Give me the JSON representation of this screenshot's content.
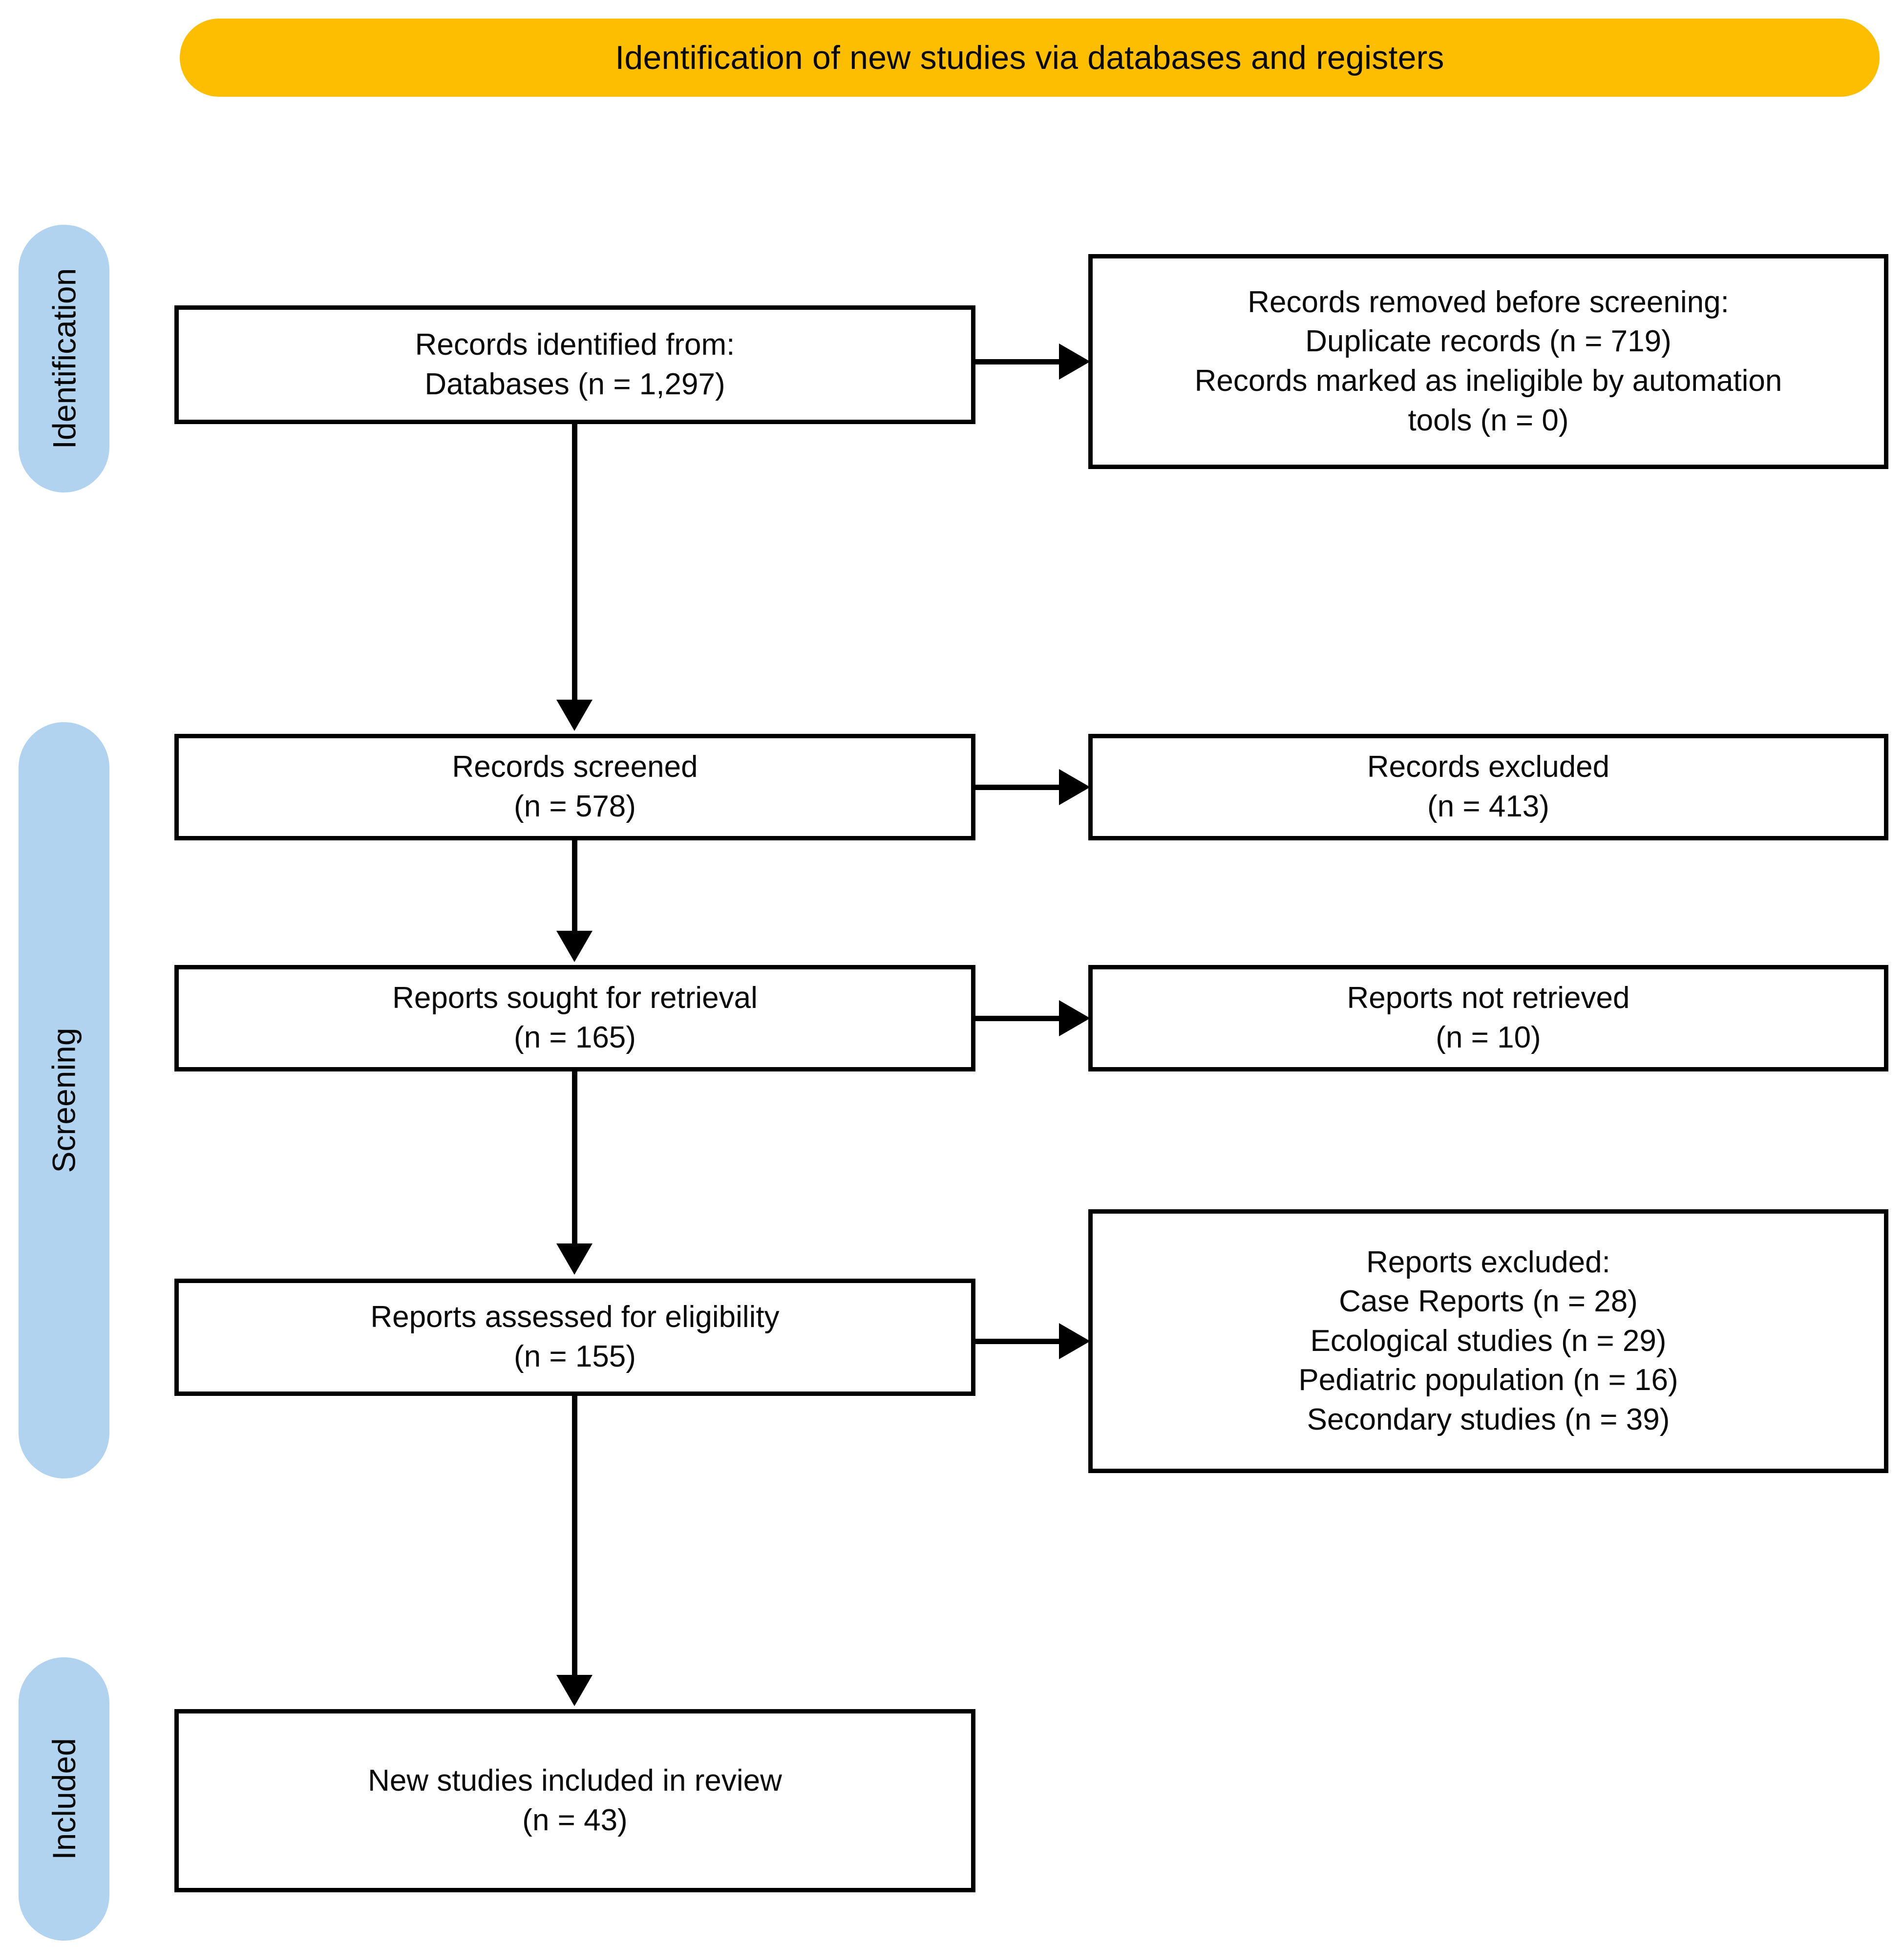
{
  "banner": {
    "title": "Identification of new studies via databases and registers",
    "color": "#FDBE02"
  },
  "stages": [
    {
      "id": "identification",
      "label": "Identification",
      "color": "#B2D3F0"
    },
    {
      "id": "screening",
      "label": "Screening",
      "color": "#B2D3F0"
    },
    {
      "id": "included",
      "label": "Included",
      "color": "#B2D3F0"
    }
  ],
  "boxes": {
    "identified": {
      "lines": [
        "Records identified from:",
        "Databases (n = 1,297)"
      ]
    },
    "removed": {
      "lines": [
        "Records removed before screening:",
        "Duplicate records (n = 719)",
        "Records marked as ineligible by automation",
        "tools (n = 0)"
      ]
    },
    "screened": {
      "lines": [
        "Records screened",
        "(n = 578)"
      ]
    },
    "excluded": {
      "lines": [
        "Records excluded",
        "(n = 413)"
      ]
    },
    "sought": {
      "lines": [
        "Reports sought for retrieval",
        "(n = 165)"
      ]
    },
    "not_retrieved": {
      "lines": [
        "Reports not retrieved",
        "(n = 10)"
      ]
    },
    "assessed": {
      "lines": [
        "Reports assessed for eligibility",
        "(n = 155)"
      ]
    },
    "reports_excluded": {
      "lines": [
        "Reports excluded:",
        "Case Reports (n = 28)",
        "Ecological studies (n = 29)",
        "Pediatric population (n = 16)",
        "Secondary studies (n = 39)"
      ]
    },
    "included": {
      "lines": [
        "New studies included in review",
        "(n = 43)"
      ]
    }
  },
  "chart_data": {
    "type": "table",
    "title": "Identification of new studies via databases and registers",
    "stages": [
      "Identification",
      "Screening",
      "Included"
    ],
    "nodes": [
      {
        "id": "identified",
        "stage": "Identification",
        "label": "Records identified from: Databases",
        "n": 1297
      },
      {
        "id": "removed",
        "stage": "Identification",
        "label": "Records removed before screening",
        "breakdown": [
          {
            "label": "Duplicate records",
            "n": 719
          },
          {
            "label": "Records marked as ineligible by automation tools",
            "n": 0
          }
        ]
      },
      {
        "id": "screened",
        "stage": "Screening",
        "label": "Records screened",
        "n": 578
      },
      {
        "id": "excluded",
        "stage": "Screening",
        "label": "Records excluded",
        "n": 413
      },
      {
        "id": "sought",
        "stage": "Screening",
        "label": "Reports sought for retrieval",
        "n": 165
      },
      {
        "id": "not_retrieved",
        "stage": "Screening",
        "label": "Reports not retrieved",
        "n": 10
      },
      {
        "id": "assessed",
        "stage": "Screening",
        "label": "Reports assessed for eligibility",
        "n": 155
      },
      {
        "id": "reports_excluded",
        "stage": "Screening",
        "label": "Reports excluded",
        "breakdown": [
          {
            "label": "Case Reports",
            "n": 28
          },
          {
            "label": "Ecological studies",
            "n": 29
          },
          {
            "label": "Pediatric population",
            "n": 16
          },
          {
            "label": "Secondary studies",
            "n": 39
          }
        ]
      },
      {
        "id": "included",
        "stage": "Included",
        "label": "New studies included in review",
        "n": 43
      }
    ],
    "edges": [
      {
        "from": "identified",
        "to": "removed",
        "direction": "right"
      },
      {
        "from": "identified",
        "to": "screened",
        "direction": "down"
      },
      {
        "from": "screened",
        "to": "excluded",
        "direction": "right"
      },
      {
        "from": "screened",
        "to": "sought",
        "direction": "down"
      },
      {
        "from": "sought",
        "to": "not_retrieved",
        "direction": "right"
      },
      {
        "from": "sought",
        "to": "assessed",
        "direction": "down"
      },
      {
        "from": "assessed",
        "to": "reports_excluded",
        "direction": "right"
      },
      {
        "from": "assessed",
        "to": "included",
        "direction": "down"
      }
    ]
  }
}
